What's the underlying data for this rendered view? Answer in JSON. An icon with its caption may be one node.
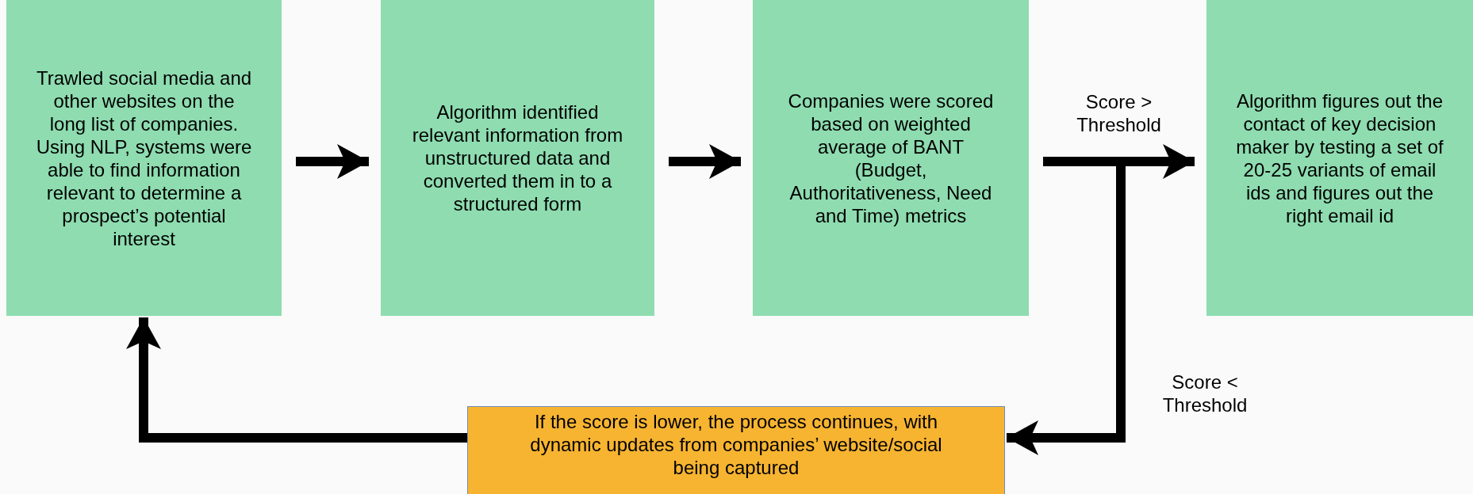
{
  "diagram": {
    "nodes": [
      {
        "text": [
          "Trawled social media and other websites on the long list of companies. Using NLP, systems were able to find information relevant to determine a prospect’s potential interest"
        ]
      },
      {
        "text": [
          "Algorithm identified relevant information from unstructured data and converted them in to a structured form"
        ]
      },
      {
        "text": [
          "Companies were scored based on weighted average of BANT (Budget, Authoritativeness, Need and Time) metrics"
        ]
      },
      {
        "text": [
          "Algorithm figures out the contact of key decision maker by testing a set of 20-25 variants of email ids and figures out the right email id"
        ]
      },
      {
        "text": [
          "If the score is lower, the process continues, with dynamic updates from companies’ website/social being captured"
        ]
      }
    ],
    "edges": [
      {
        "from": 0,
        "to": 1,
        "arrow": "to"
      },
      {
        "from": 1,
        "to": 2,
        "arrow": "to"
      },
      {
        "from": 2,
        "to": 3,
        "arrow": "to",
        "label": "Score > Threshold"
      },
      {
        "from": 2,
        "to": 4,
        "arrow": "to",
        "label": "Score < Threshold"
      },
      {
        "from": 4,
        "to": 0,
        "arrow": "to"
      }
    ]
  }
}
